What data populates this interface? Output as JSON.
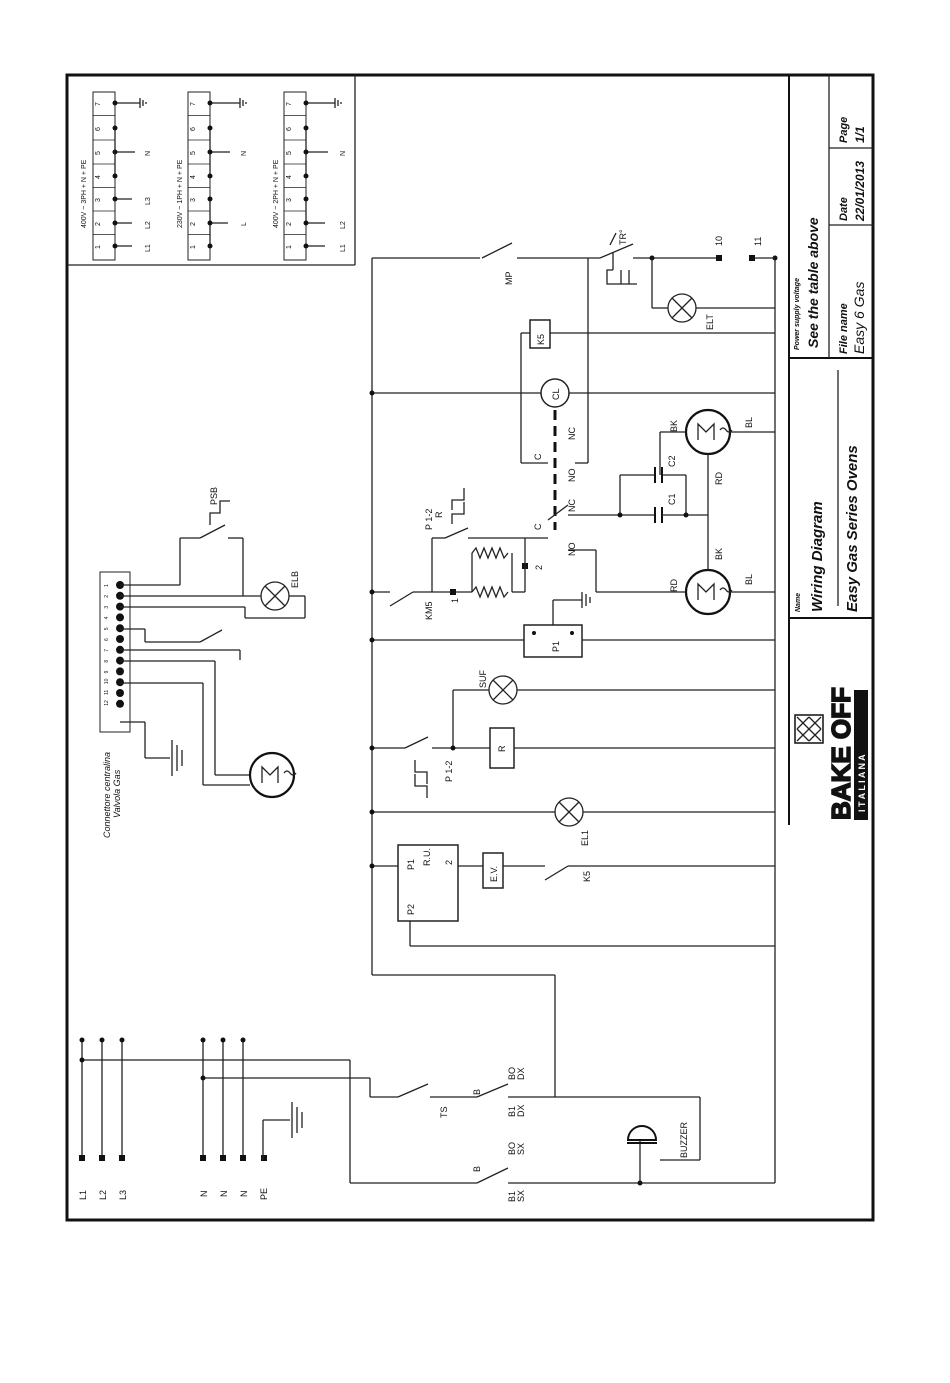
{
  "supply_table": {
    "rows": [
      {
        "title": "400V ~ 3PH + N + PE",
        "labels": [
          "L1",
          "L2",
          "L3",
          "N"
        ]
      },
      {
        "title": "230V ~ 1PH + N + PE",
        "labels": [
          "L",
          "N"
        ]
      },
      {
        "title": "400V ~ 2PH + N + PE",
        "labels": [
          "L1",
          "L2",
          "N"
        ]
      }
    ],
    "terminals": [
      "1",
      "2",
      "3",
      "4",
      "5",
      "6",
      "7"
    ]
  },
  "title_block": {
    "supply_caption": "Power supply voltage",
    "supply_value": "See the table above",
    "file_caption": "File name",
    "file_value": "Easy 6 Gas",
    "date_caption": "Date",
    "date_value": "22/01/2013",
    "page_caption": "Page",
    "page_value": "1/1",
    "name_caption": "Name",
    "name_value": "Wiring Diagram",
    "model": "Easy Gas Series Ovens",
    "logo_main": "BAKE OFF",
    "logo_sub": "I T A L I A N A"
  },
  "connector": {
    "title_1": "Connettore centralina",
    "title_2": "Valvola Gas",
    "pins": [
      "1",
      "2",
      "3",
      "4",
      "5",
      "6",
      "7",
      "8",
      "9",
      "10",
      "11",
      "12"
    ]
  },
  "mains": {
    "phases": [
      "L1",
      "L2",
      "L3"
    ],
    "neutrals": [
      "N",
      "N",
      "N"
    ],
    "earth": "PE"
  },
  "labels": {
    "psb": "PSB",
    "elb": "ELB",
    "mp": "MP",
    "tr": "TR°",
    "t10": "10",
    "t11": "11",
    "elt": "ELT",
    "k5": "K5",
    "cl": "CL",
    "c": "C",
    "nc": "NC",
    "no": "NO",
    "p12": "P 1-2",
    "r": "R",
    "km5": "KM5",
    "one": "1",
    "two": "2",
    "c1": "C1",
    "c2": "C2",
    "bk": "BK",
    "bl": "BL",
    "rd": "RD",
    "p1": "P1",
    "suf": "SUF",
    "el1": "EL1",
    "p2": "P2",
    "ru": "R.U.",
    "ev": "E.V.",
    "ts": "TS",
    "b": "B",
    "bo_dx": "BO",
    "dx": "DX",
    "b1": "B1",
    "sx": "SX",
    "buzzer": "BUZZER",
    "m": "M",
    "tilde": "~"
  }
}
